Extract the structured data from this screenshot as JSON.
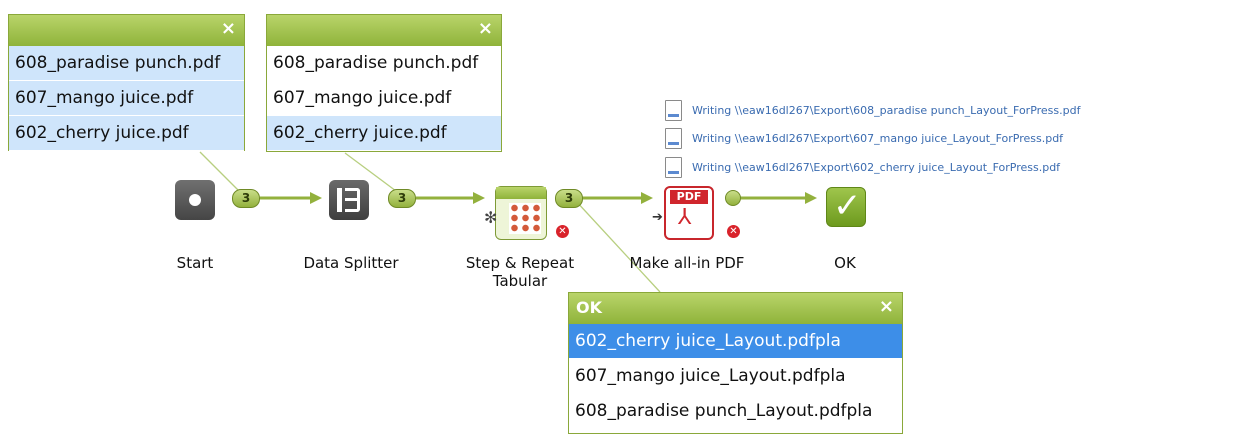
{
  "panels": {
    "start_files": {
      "close_glyph": "×",
      "items": [
        "608_paradise punch.pdf",
        "607_mango juice.pdf",
        "602_cherry juice.pdf"
      ]
    },
    "splitter_files": {
      "close_glyph": "×",
      "items": [
        "608_paradise punch.pdf",
        "607_mango juice.pdf",
        "602_cherry juice.pdf"
      ]
    },
    "ok_files": {
      "title": "OK",
      "close_glyph": "×",
      "items": [
        "602_cherry juice_Layout.pdfpla",
        "607_mango juice_Layout.pdfpla",
        "608_paradise punch_Layout.pdfpla"
      ]
    }
  },
  "flow": {
    "nodes": {
      "start": "Start",
      "splitter": "Data Splitter",
      "step_repeat_line1": "Step & Repeat",
      "step_repeat_line2": "Tabular",
      "make_pdf": "Make all-in PDF",
      "ok": "OK"
    },
    "counts": {
      "c1": "3",
      "c2": "3",
      "c3": "3"
    },
    "pdf_badge": "PDF"
  },
  "log": [
    "Writing \\\\eaw16dl267\\Export\\608_paradise punch_Layout_ForPress.pdf",
    "Writing \\\\eaw16dl267\\Export\\607_mango juice_Layout_ForPress.pdf",
    "Writing \\\\eaw16dl267\\Export\\602_cherry juice_Layout_ForPress.pdf"
  ],
  "colors": {
    "accent_green": "#8fb33a",
    "selection": "#cfe5fb",
    "active": "#3d8ee8",
    "link": "#3a6bb0"
  }
}
